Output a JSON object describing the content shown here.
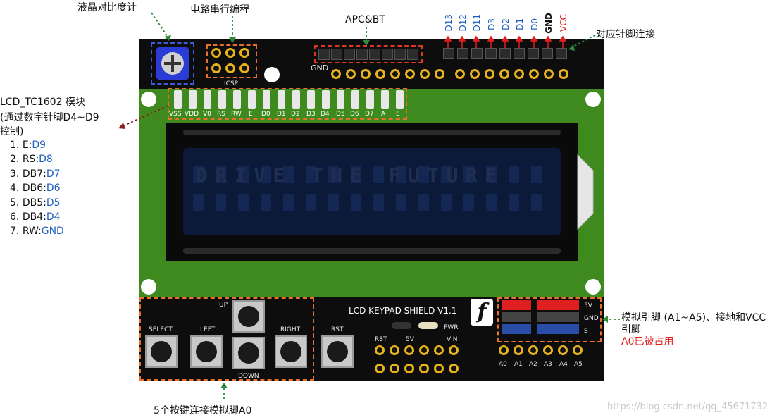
{
  "labels": {
    "contrast": "液晶对比度计",
    "icsp_serial": "电路串行编程",
    "apc_bt": "APC&BT",
    "pins_map": "对应针脚连接",
    "lcd_module": "LCD_TC1602 模块",
    "lcd_note_1": "(通过数字针脚D4~D9",
    "lcd_note_2": "控制)",
    "keys_note": "5个按键连接模拟脚A0",
    "analog_note_1": "模拟引脚 (A1~A5)、接地和VCC",
    "analog_note_2": "引脚",
    "analog_note_3": "A0已被占用",
    "watermark": "https://blog.csdn.net/qq_45671732"
  },
  "lcd_pin_list": [
    {
      "num": "1.",
      "pin": "E",
      "target": "D9"
    },
    {
      "num": "2.",
      "pin": "RS",
      "target": "D8"
    },
    {
      "num": "3.",
      "pin": "DB7",
      "target": "D7"
    },
    {
      "num": "4.",
      "pin": "DB6",
      "target": "D6"
    },
    {
      "num": "5.",
      "pin": "DB5",
      "target": "D5"
    },
    {
      "num": "6.",
      "pin": "DB4",
      "target": "D4"
    },
    {
      "num": "7.",
      "pin": "RW",
      "target": "GND"
    }
  ],
  "top_pins": [
    "D13",
    "D12",
    "D11",
    "D3",
    "D2",
    "D1",
    "D0",
    "GND",
    "VCC"
  ],
  "lcd_header_pins": [
    "VSS",
    "VDD",
    "V0",
    "RS",
    "RW",
    "E",
    "D0",
    "D1",
    "D2",
    "D3",
    "D4",
    "D5",
    "D6",
    "D7",
    "A",
    "E"
  ],
  "board": {
    "icsp": "ICSP",
    "gnd": "GND",
    "lcd_text": "DRIVE THE FUTURE",
    "shield_title": "LCD KEYPAD SHIELD V1.1",
    "pwr": "PWR",
    "rst": "RST",
    "v5": "5V",
    "vin": "VIN",
    "rst_btn": "RST",
    "analog_labels": [
      "A0",
      "A1",
      "A2",
      "A3",
      "A4",
      "A5"
    ],
    "power_rows": [
      "5V",
      "GND",
      "S"
    ],
    "buttons": {
      "up": "UP",
      "down": "DOWN",
      "left": "LEFT",
      "right": "RIGHT",
      "select": "SELECT"
    }
  }
}
